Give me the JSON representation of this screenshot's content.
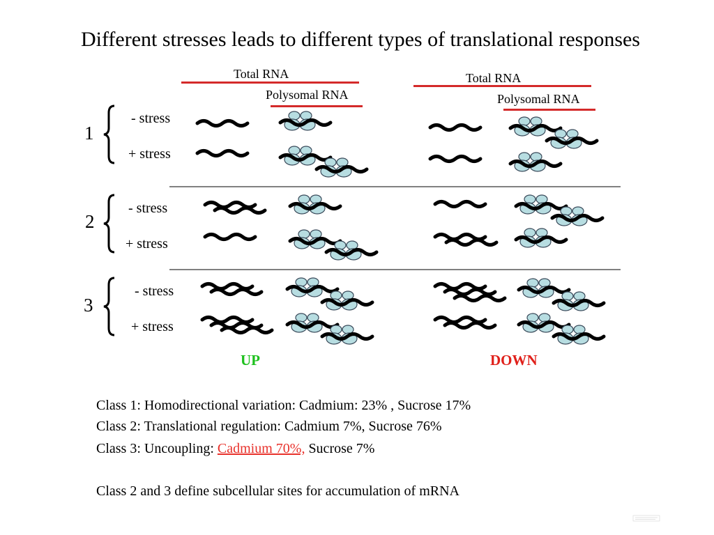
{
  "title": "Different stresses leads to different types of translational responses",
  "headers": {
    "up": {
      "total": "Total RNA",
      "polysomal": "Polysomal RNA"
    },
    "down": {
      "total": "Total RNA",
      "polysomal": "Polysomal RNA"
    }
  },
  "classes": [
    {
      "number": "1",
      "minus_label": "- stress",
      "plus_label": "+ stress"
    },
    {
      "number": "2",
      "minus_label": "- stress",
      "plus_label": "+ stress"
    },
    {
      "number": "3",
      "minus_label": "- stress",
      "plus_label": "+ stress"
    }
  ],
  "direction_labels": {
    "up": "UP",
    "down": "DOWN"
  },
  "summary": {
    "line1": "Class 1: Homodirectional variation: Cadmium: 23% , Sucrose 17%",
    "line2": "Class 2: Translational regulation: Cadmium 7%, Sucrose 76%",
    "line3_prefix": "Class 3:  Uncoupling: ",
    "line3_highlight": "Cadmium 70%,",
    "line3_suffix": " Sucrose 7%",
    "line4": "Class 2 and 3 define subcellular sites for accumulation of mRNA"
  },
  "colors": {
    "header_bar": "#d42a2a",
    "ribosome_fill": "#b7dde1",
    "up_label": "#1ec01e",
    "down_label": "#e0201a",
    "highlight": "#e8312b"
  }
}
